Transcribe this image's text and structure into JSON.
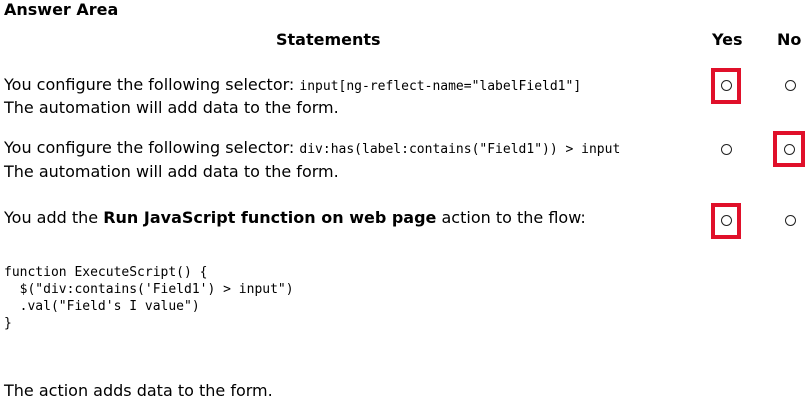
{
  "header": {
    "title": "Answer Area",
    "statements_label": "Statements",
    "yes_label": "Yes",
    "no_label": "No"
  },
  "statements": [
    {
      "line1_prefix": "You configure the following selector:",
      "line1_code": "input[ng-reflect-name=\"labelField1\"]",
      "line2": "The automation will add data to the form.",
      "selected": "Yes"
    },
    {
      "line1_prefix": "You configure the following selector:",
      "line1_code": "div:has(label:contains(\"Field1\")) > input",
      "line2": "The automation will add data to the form.",
      "selected": "No"
    },
    {
      "line1_prefix": "You add the ",
      "line1_bold": "Run JavaScript function on web page",
      "line1_suffix": " action to the flow:",
      "code": "function ExecuteScript() {\n  $(\"div:contains('Field1') > input\")\n  .val(\"Field's I value\")\n}",
      "line2": "The action adds data to the form.",
      "selected": "Yes"
    }
  ],
  "colors": {
    "selection_border": "#e0102a"
  }
}
